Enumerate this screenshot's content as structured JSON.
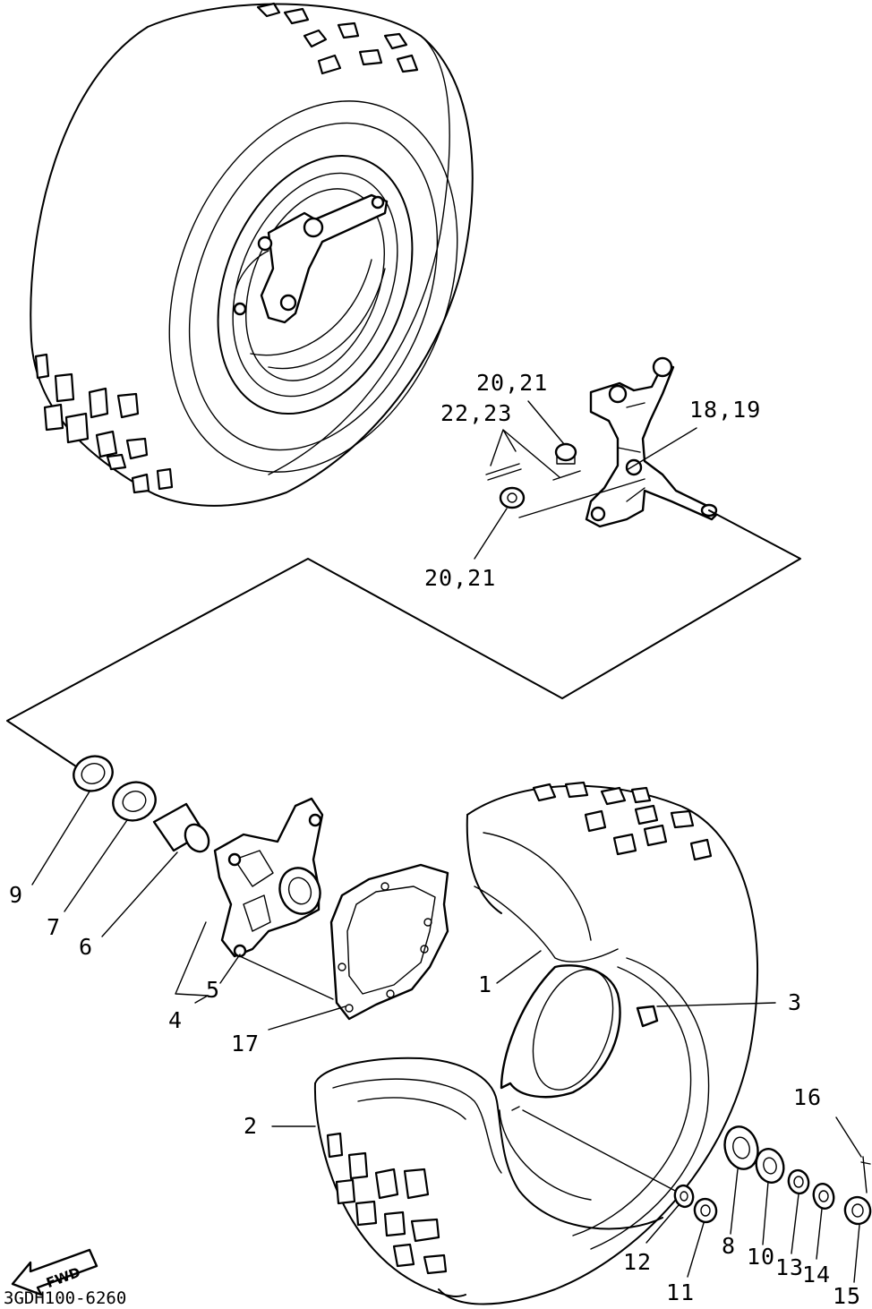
{
  "callouts": {
    "p1": "1",
    "p2": "2",
    "p3": "3",
    "p4": "4",
    "p5": "5",
    "p6": "6",
    "p7": "7",
    "p8": "8",
    "p9": "9",
    "p10": "10",
    "p11": "11",
    "p12": "12",
    "p13": "13",
    "p14": "14",
    "p15": "15",
    "p16": "16",
    "p17": "17",
    "p18_19": "18,19",
    "p20_21_top": "20,21",
    "p20_21_bottom": "20,21",
    "p22_23": "22,23"
  },
  "fwd_label": "FWD",
  "diagram_code": "3GDH100-6260"
}
